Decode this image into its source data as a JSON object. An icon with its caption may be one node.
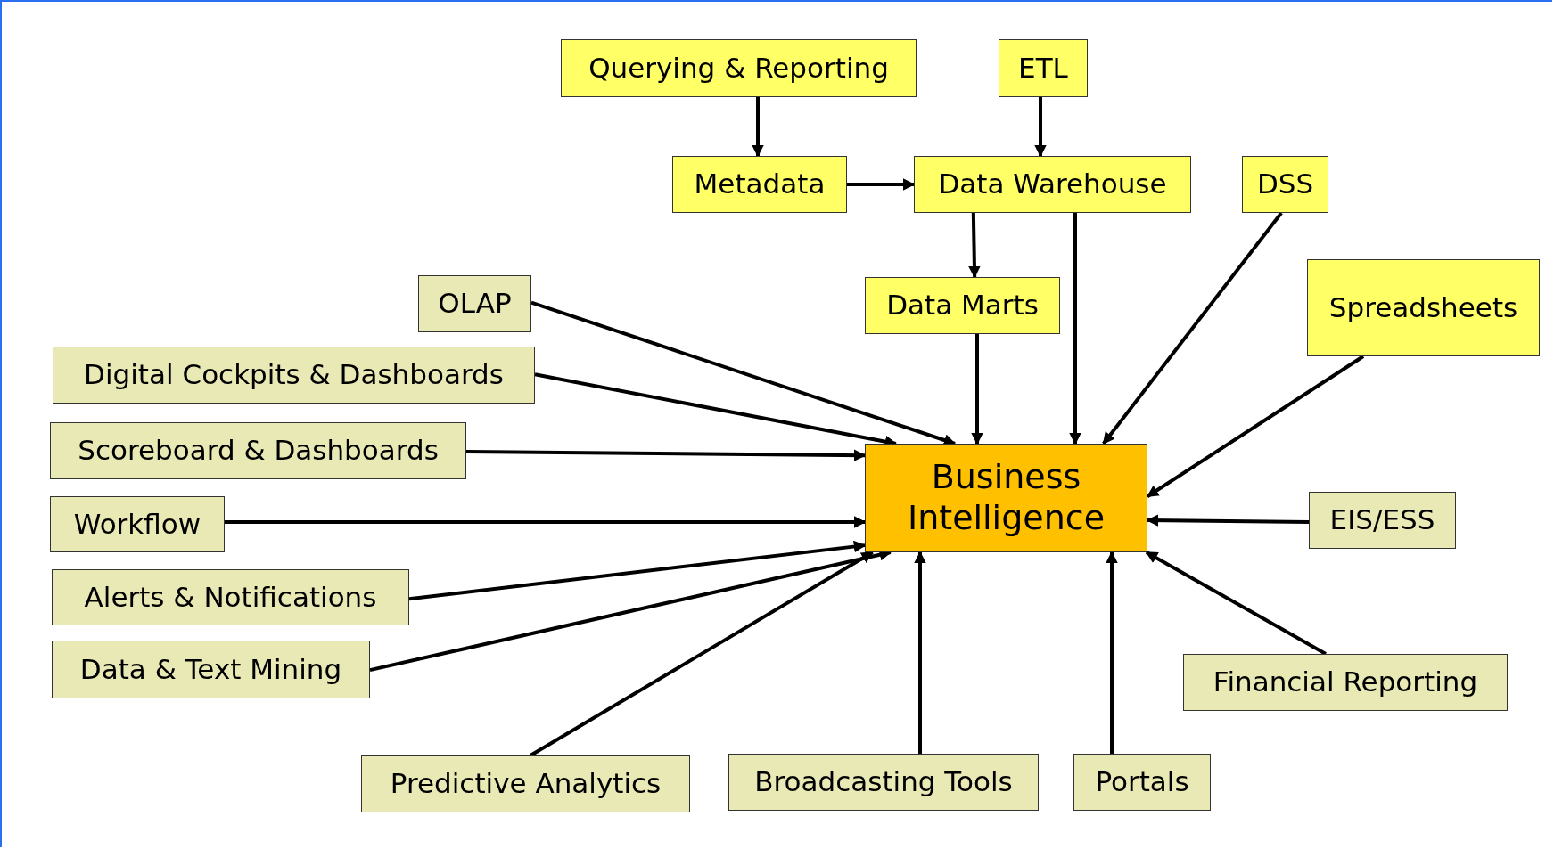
{
  "diagram": {
    "nodes": [
      {
        "text": [
          "Querying & Reporting"
        ]
      },
      {
        "text": [
          "ETL"
        ]
      },
      {
        "text": [
          "Metadata"
        ]
      },
      {
        "text": [
          "Data Warehouse"
        ]
      },
      {
        "text": [
          "DSS"
        ]
      },
      {
        "text": [
          "OLAP"
        ]
      },
      {
        "text": [
          "Data Marts"
        ]
      },
      {
        "text": [
          "Spreadsheets"
        ]
      },
      {
        "text": [
          "Digital Cockpits & Dashboards"
        ]
      },
      {
        "text": [
          "Scoreboard & Dashboards"
        ]
      },
      {
        "text": [
          "Business Intelligence"
        ]
      },
      {
        "text": [
          "Workflow"
        ]
      },
      {
        "text": [
          "EIS/ESS"
        ]
      },
      {
        "text": [
          "Alerts & Notifications"
        ]
      },
      {
        "text": [
          "Data & Text Mining"
        ]
      },
      {
        "text": [
          "Financial Reporting"
        ]
      },
      {
        "text": [
          "Predictive Analytics"
        ]
      },
      {
        "text": [
          "Broadcasting Tools"
        ]
      },
      {
        "text": [
          "Portals"
        ]
      }
    ],
    "edges": [
      {
        "from": 0,
        "to": 2,
        "arrow": "to"
      },
      {
        "from": 1,
        "to": 3,
        "arrow": "to"
      },
      {
        "from": 2,
        "to": 3,
        "arrow": "to"
      },
      {
        "from": 3,
        "to": 6,
        "arrow": "to"
      },
      {
        "from": 3,
        "to": 10,
        "arrow": "to"
      },
      {
        "from": 4,
        "to": 10,
        "arrow": "to"
      },
      {
        "from": 6,
        "to": 10,
        "arrow": "to"
      },
      {
        "from": 7,
        "to": 10,
        "arrow": "to"
      },
      {
        "from": 12,
        "to": 10,
        "arrow": "to"
      },
      {
        "from": 15,
        "to": 10,
        "arrow": "to"
      },
      {
        "from": 18,
        "to": 10,
        "arrow": "to"
      },
      {
        "from": 17,
        "to": 10,
        "arrow": "to"
      },
      {
        "from": 16,
        "to": 10,
        "arrow": "to"
      },
      {
        "from": 14,
        "to": 10,
        "arrow": "to"
      },
      {
        "from": 13,
        "to": 10,
        "arrow": "to"
      },
      {
        "from": 11,
        "to": 10,
        "arrow": "to"
      },
      {
        "from": 9,
        "to": 10,
        "arrow": "to"
      },
      {
        "from": 8,
        "to": 10,
        "arrow": "to"
      },
      {
        "from": 5,
        "to": 10,
        "arrow": "to"
      }
    ]
  }
}
